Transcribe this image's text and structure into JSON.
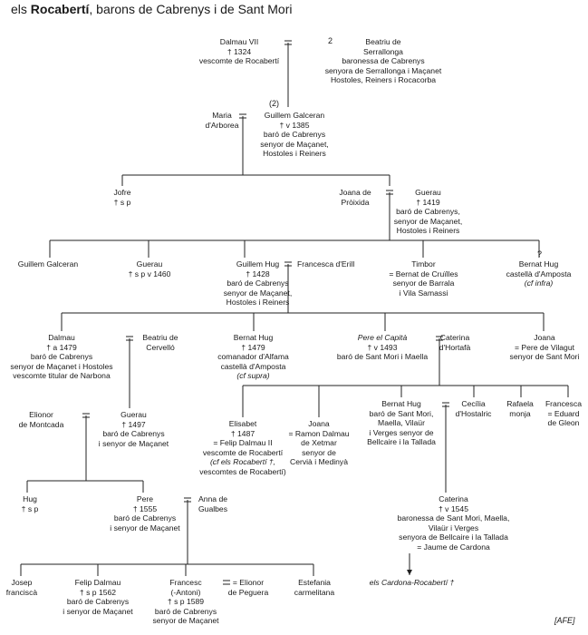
{
  "title": {
    "family": "Rocabertí",
    "prefix": "els ",
    "suffix": ", barons de Cabrenys i de Sant Mori"
  },
  "credit": "[AFE]",
  "marks": {
    "num_2": "2",
    "num_paren_2": "(2)",
    "question": "?"
  },
  "people": [
    {
      "id": "dalmau_vii",
      "lines": [
        "Dalmau VII",
        "† 1324",
        "vescomte de Rocabertí"
      ]
    },
    {
      "id": "beatriu_serrallonga",
      "lines": [
        "Beatriu de",
        "Serrallonga",
        "baronessa de Cabrenys",
        "senyora de Serrallonga i Maçanet",
        "Hostoles, Reiners i Rocacorba"
      ]
    },
    {
      "id": "maria_arborea",
      "lines": [
        "Maria",
        "d'Arborea"
      ]
    },
    {
      "id": "guillem_galceran_1",
      "lines": [
        "Guillem Galceran",
        "† v 1385",
        "baró de Cabrenys",
        "senyor de Maçanet,",
        "Hostoles i Reiners"
      ]
    },
    {
      "id": "jofre",
      "lines": [
        "Jofre",
        "† s p"
      ]
    },
    {
      "id": "joana_proixida",
      "lines": [
        "Joana de",
        "Pròixida"
      ]
    },
    {
      "id": "guerau_1",
      "lines": [
        "Guerau",
        "† 1419",
        "baró de Cabrenys,",
        "senyor de Maçanet,",
        "Hostoles i Reiners"
      ]
    },
    {
      "id": "guillem_galceran_2",
      "lines": [
        "Guillem Galceran"
      ]
    },
    {
      "id": "guerau_2",
      "lines": [
        "Guerau",
        "† s p v 1460"
      ]
    },
    {
      "id": "guillem_hug",
      "lines": [
        "Guillem Hug",
        "† 1428",
        "baró de Cabrenys",
        "senyor de Maçanet,",
        "Hostoles i Reiners"
      ]
    },
    {
      "id": "francesca_erill",
      "lines": [
        "Francesca d'Erill"
      ]
    },
    {
      "id": "timbor",
      "lines": [
        "Timbor",
        "= Bernat de Cruïlles",
        "senyor de Barrala",
        "i Vila Samassi"
      ]
    },
    {
      "id": "bernat_hug_1",
      "lines": [
        "Bernat Hug",
        "castellà d'Amposta",
        "(cf infra)"
      ]
    },
    {
      "id": "dalmau_2",
      "lines": [
        "Dalmau",
        "† a 1479",
        "baró de Cabrenys",
        "senyor de Maçanet i Hostoles",
        "vescomte titular de Narbona"
      ]
    },
    {
      "id": "beatriu_cervello",
      "lines": [
        "Beatriu de",
        "Cervelló"
      ]
    },
    {
      "id": "bernat_hug_2",
      "lines": [
        "Bernat Hug",
        "† 1479",
        "comanador d'Alfama",
        "castellà d'Amposta",
        "(cf supra)"
      ]
    },
    {
      "id": "pere_capita",
      "lines": [
        "Pere el Capità",
        "† v 1493",
        "baró de Sant Mori i Maella"
      ]
    },
    {
      "id": "caterina_hortafa",
      "lines": [
        "Caterina",
        "d'Hortafà"
      ]
    },
    {
      "id": "joana_1",
      "lines": [
        "Joana",
        "= Pere de Vilagut",
        "senyor de Sant Mori"
      ]
    },
    {
      "id": "elionor_montcada",
      "lines": [
        "Elionor",
        "de Montcada"
      ]
    },
    {
      "id": "guerau_3",
      "lines": [
        "Guerau",
        "† 1497",
        "baró de Cabrenys",
        "i senyor de Maçanet"
      ]
    },
    {
      "id": "elisabet",
      "lines": [
        "Elisabet",
        "† 1487",
        "= Felip Dalmau II",
        "vescomte de Rocabertí",
        "(cf els Rocabertí †,",
        "vescomtes de Rocabertí)"
      ]
    },
    {
      "id": "joana_2",
      "lines": [
        "Joana",
        "= Ramon Dalmau",
        "de Xetmar",
        "senyor de",
        "Cervià i Medinyà"
      ]
    },
    {
      "id": "bernat_hug_3",
      "lines": [
        "Bernat Hug",
        "baró de Sant Mori,",
        "Maella, Vilaür",
        "i Verges senyor de",
        "Bellcaire i la Tallada"
      ]
    },
    {
      "id": "cecilia",
      "lines": [
        "Cecília",
        "d'Hostalric"
      ]
    },
    {
      "id": "rafaela",
      "lines": [
        "Rafaela",
        "monja"
      ]
    },
    {
      "id": "francesca_2",
      "lines": [
        "Francesca",
        "= Eduard",
        "de Gleon"
      ]
    },
    {
      "id": "hug",
      "lines": [
        "Hug",
        "† s p"
      ]
    },
    {
      "id": "pere_2",
      "lines": [
        "Pere",
        "† 1555",
        "baró de Cabrenys",
        "i senyor de Maçanet"
      ]
    },
    {
      "id": "anna_gualbes",
      "lines": [
        "Anna de",
        "Gualbes"
      ]
    },
    {
      "id": "caterina_2",
      "lines": [
        "Caterina",
        "† v 1545",
        "baronessa de Sant Mori, Maella,",
        "Vilaür i Verges",
        "senyora de Bellcaire i la Tallada",
        "= Jaume de Cardona"
      ]
    },
    {
      "id": "cardona_rocaberti",
      "lines": [
        "els Cardona-Rocabertí †"
      ]
    },
    {
      "id": "josep",
      "lines": [
        "Josep",
        "franciscà"
      ]
    },
    {
      "id": "felip_dalmau",
      "lines": [
        "Felip Dalmau",
        "† s p 1562",
        "baró de Cabrenys",
        "i senyor de Maçanet"
      ]
    },
    {
      "id": "francesc",
      "lines": [
        "Francesc",
        "(-Antoni)",
        "† s p 1589",
        "baró de Cabrenys",
        "senyor de Maçanet"
      ]
    },
    {
      "id": "elionor_peguera",
      "lines": [
        "= Elionor",
        "de Peguera"
      ]
    },
    {
      "id": "estefania",
      "lines": [
        "Estefania",
        "carmelitana"
      ]
    }
  ]
}
